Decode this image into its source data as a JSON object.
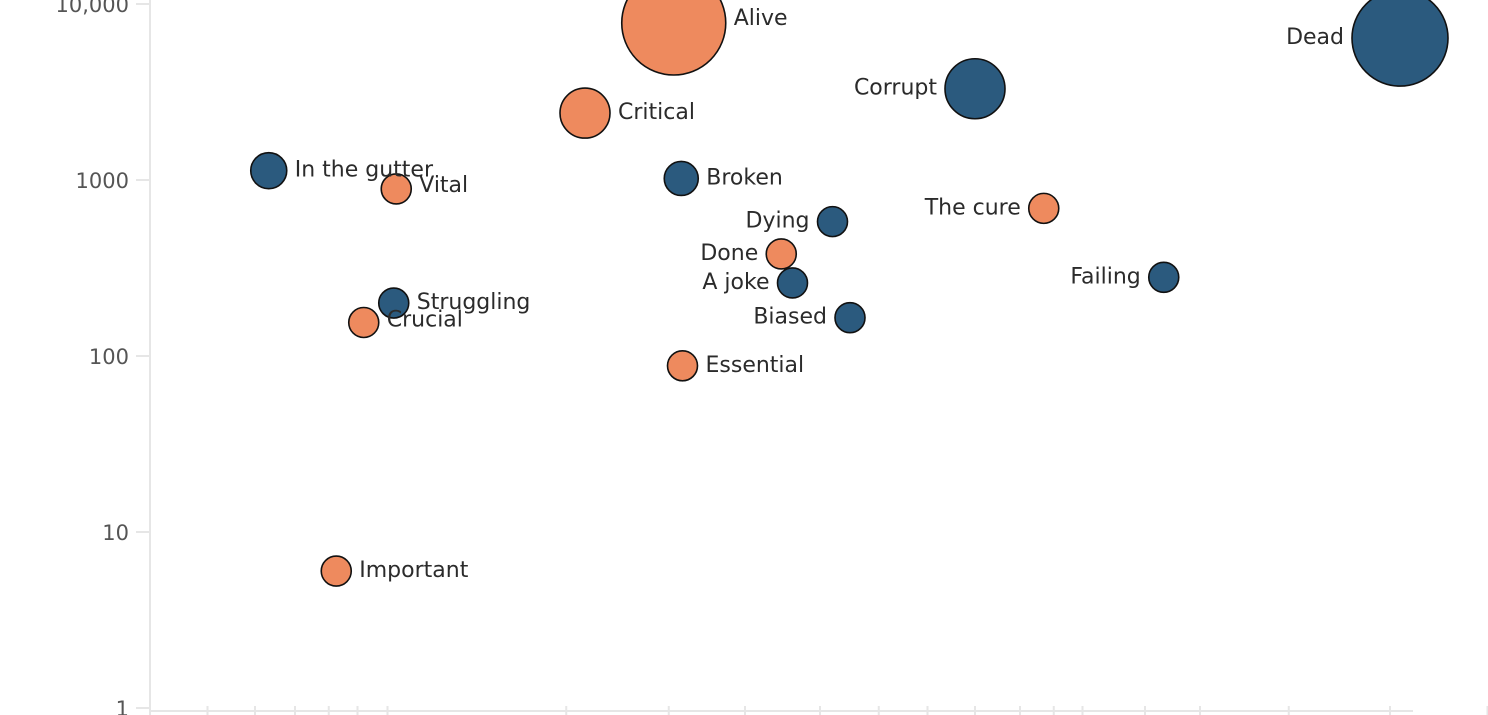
{
  "chart_data": {
    "type": "scatter",
    "y_scale": "log",
    "ylim": [
      1,
      10000
    ],
    "yticks": [
      {
        "value": 1,
        "label": "1"
      },
      {
        "value": 10,
        "label": "10"
      },
      {
        "value": 100,
        "label": "100"
      },
      {
        "value": 1000,
        "label": "1000"
      },
      {
        "value": 10000,
        "label": "10,000"
      }
    ],
    "xlim": [
      0,
      2
    ],
    "x_tick_positions": [
      0,
      0.046,
      0.084,
      0.116,
      0.143,
      0.166,
      0.19,
      0.333,
      0.415,
      0.476,
      0.536,
      0.583,
      0.622,
      0.66,
      0.696,
      0.723,
      0.746,
      0.796,
      0.84,
      0.911,
      0.992,
      1.07,
      1.142,
      1.2
    ],
    "grid": false,
    "colors": {
      "orange": "#ee8a5e",
      "blue": "#2b5a7e"
    },
    "points": [
      {
        "label": "Alive",
        "x": 0.419,
        "y": 7800,
        "size": 52,
        "color": "orange"
      },
      {
        "label": "Dead",
        "x": 1.0,
        "y": 6400,
        "size": 48,
        "color": "blue"
      },
      {
        "label": "Corrupt",
        "x": 0.66,
        "y": 3300,
        "size": 30,
        "color": "blue"
      },
      {
        "label": "Critical",
        "x": 0.348,
        "y": 2400,
        "size": 25,
        "color": "orange"
      },
      {
        "label": "In the gutter",
        "x": 0.095,
        "y": 1130,
        "size": 18,
        "color": "blue"
      },
      {
        "label": "Broken",
        "x": 0.425,
        "y": 1020,
        "size": 17,
        "color": "blue"
      },
      {
        "label": "Vital",
        "x": 0.197,
        "y": 890,
        "size": 15,
        "color": "orange"
      },
      {
        "label": "The cure",
        "x": 0.715,
        "y": 690,
        "size": 15,
        "color": "orange"
      },
      {
        "label": "Dying",
        "x": 0.546,
        "y": 580,
        "size": 15,
        "color": "blue"
      },
      {
        "label": "Done",
        "x": 0.505,
        "y": 380,
        "size": 15,
        "color": "orange"
      },
      {
        "label": "Failing",
        "x": 0.811,
        "y": 280,
        "size": 15,
        "color": "blue"
      },
      {
        "label": "A joke",
        "x": 0.514,
        "y": 260,
        "size": 15,
        "color": "blue"
      },
      {
        "label": "Struggling",
        "x": 0.195,
        "y": 200,
        "size": 15,
        "color": "blue"
      },
      {
        "label": "Biased",
        "x": 0.56,
        "y": 165,
        "size": 15,
        "color": "blue"
      },
      {
        "label": "Crucial",
        "x": 0.171,
        "y": 155,
        "size": 15,
        "color": "orange"
      },
      {
        "label": "Essential",
        "x": 0.426,
        "y": 88,
        "size": 15,
        "color": "orange"
      },
      {
        "label": "Important",
        "x": 0.149,
        "y": 6,
        "size": 15,
        "color": "orange"
      }
    ]
  }
}
